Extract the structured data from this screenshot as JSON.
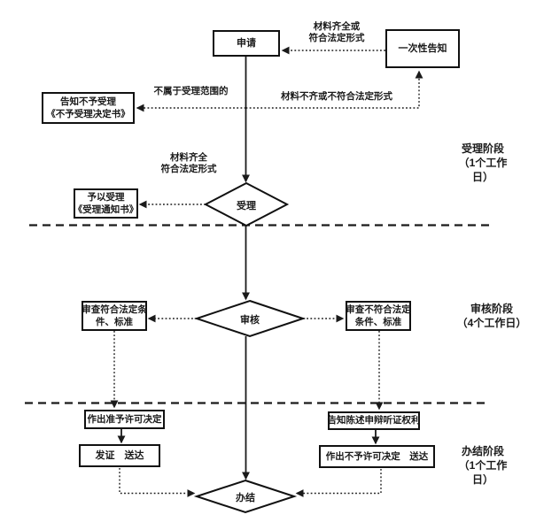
{
  "nodes": {
    "apply": "申请",
    "one_time_notice": "一次性告知",
    "reject_notice_line1": "告知不予受理",
    "reject_notice_line2": "《不予受理决定书》",
    "accept_notice_line1": "予以受理",
    "accept_notice_line2": "《受理通知书》",
    "accept": "受理",
    "review": "审核",
    "review_pass_line1": "审查符合法定条",
    "review_pass_line2": "件、标准",
    "review_fail_line1": "审查不符合法定",
    "review_fail_line2": "条件、标准",
    "grant_decision": "作出准予许可决定",
    "issue_deliver": "发证　送达",
    "hearing_rights": "告知陈述申辩听证权利",
    "deny_decision": "作出不予许可决定　送达",
    "complete": "办结"
  },
  "edge_labels": {
    "materials_complete_top_line1": "材料齐全或",
    "materials_complete_top_line2": "符合法定形式",
    "out_of_scope": "不属于受理范围的",
    "materials_incomplete": "材料不齐或不符合法定形式",
    "materials_complete_mid_line1": "材料齐全",
    "materials_complete_mid_line2": "符合法定形式"
  },
  "stage_labels": {
    "accept_line1": "受理阶段",
    "accept_line2": "（1个工作",
    "accept_line3": "日）",
    "review_line1": "审核阶段",
    "review_line2": "（4个工作日）",
    "complete_line1": "办结阶段",
    "complete_line2": "（1个工作",
    "complete_line3": "日）"
  },
  "colors": {
    "line": "#1a1a1a",
    "text": "#1a1a1a",
    "background": "#ffffff"
  }
}
